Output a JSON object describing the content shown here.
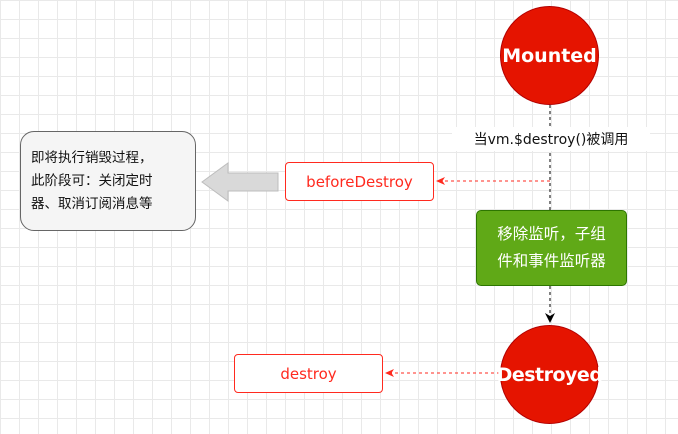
{
  "nodes": {
    "mounted": "Mounted",
    "destroyed": "Destroyed",
    "before_destroy": "beforeDestroy",
    "destroy": "destroy"
  },
  "edge_label": "当vm.$destroy()被调用",
  "process_box": {
    "lines": [
      "移除监听，子组",
      "件和事件监听器"
    ]
  },
  "note": {
    "lines": [
      "即将执行销毁过程，",
      "此阶段可：关闭定时",
      "器、取消订阅消息等"
    ]
  },
  "colors": {
    "circle_fill": "#e51400",
    "hook_border": "#ff2a1f",
    "process_fill": "#60a917",
    "note_fill": "#f5f5f5",
    "arrow_big": "#d9d9d9"
  }
}
